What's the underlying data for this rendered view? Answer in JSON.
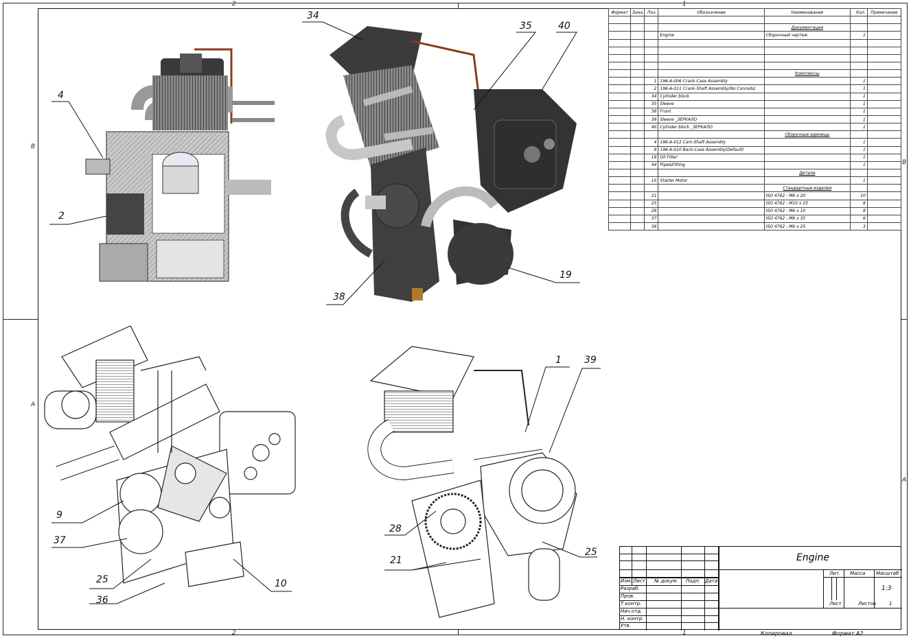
{
  "zones": {
    "top": [
      "2",
      "1"
    ],
    "bottom": [
      "2",
      "1"
    ],
    "left": [
      "B",
      "A"
    ],
    "right": [
      "B",
      "A"
    ]
  },
  "spec_table": {
    "headers": [
      "Формат",
      "Зона",
      "Поз.",
      "Обозначение",
      "Наименование",
      "Кол.",
      "Примечание"
    ],
    "rows": [
      {
        "type": "blank"
      },
      {
        "type": "section",
        "name": "Документация"
      },
      {
        "type": "item",
        "pos": "",
        "code": "Engine",
        "name": "Сборочный чертеж",
        "qty": "1"
      },
      {
        "type": "blank"
      },
      {
        "type": "blank"
      },
      {
        "type": "blank"
      },
      {
        "type": "blank"
      },
      {
        "type": "section",
        "name": "Комплексы"
      },
      {
        "type": "item",
        "pos": "1",
        "code": "196-A-006 Crank-Case Assembly",
        "name": "",
        "qty": "1"
      },
      {
        "type": "item",
        "pos": "2",
        "code": "196-A-011 Crank-Shaft Assembly(No Conrods)",
        "name": "",
        "qty": "1"
      },
      {
        "type": "item",
        "pos": "34",
        "code": "Cylinder block",
        "name": "",
        "qty": "1"
      },
      {
        "type": "item",
        "pos": "35",
        "code": "Sleeve",
        "name": "",
        "qty": "1"
      },
      {
        "type": "item",
        "pos": "38",
        "code": "Front",
        "name": "",
        "qty": "1"
      },
      {
        "type": "item",
        "pos": "39",
        "code": "Sleeve _ЗЕРКАЛО",
        "name": "",
        "qty": "1"
      },
      {
        "type": "item",
        "pos": "40",
        "code": "Cylinder block _ЗЕРКАЛО",
        "name": "",
        "qty": "1"
      },
      {
        "type": "section",
        "name": "Сборочные единицы"
      },
      {
        "type": "item",
        "pos": "4",
        "code": "196-A-012 Cam-Shaft Assembly",
        "name": "",
        "qty": "1"
      },
      {
        "type": "item",
        "pos": "9",
        "code": "196-A-010 Back-Case Assembly(Default)",
        "name": "",
        "qty": "1"
      },
      {
        "type": "item",
        "pos": "19",
        "code": "Oil Filter",
        "name": "",
        "qty": "1"
      },
      {
        "type": "item",
        "pos": "44",
        "code": "Pipe&Fitting",
        "name": "",
        "qty": "1"
      },
      {
        "type": "section",
        "name": "Детали"
      },
      {
        "type": "item",
        "pos": "10",
        "code": "Starter Motor",
        "name": "",
        "qty": "1"
      },
      {
        "type": "section",
        "name": "Стандартные изделия"
      },
      {
        "type": "item",
        "pos": "21",
        "code": "",
        "name": "ISO 4762 - M6 x 20",
        "qty": "10"
      },
      {
        "type": "item",
        "pos": "25",
        "code": "",
        "name": "ISO 4762 - M10 x 25",
        "qty": "8"
      },
      {
        "type": "item",
        "pos": "28",
        "code": "",
        "name": "ISO 4762 - M6 x 10",
        "qty": "8"
      },
      {
        "type": "item",
        "pos": "37",
        "code": "",
        "name": "ISO 4762 - M6 x 35",
        "qty": "6"
      },
      {
        "type": "item",
        "pos": "36",
        "code": "",
        "name": "ISO 4762 - M6 x 25",
        "qty": "3"
      }
    ]
  },
  "callouts": [
    "4",
    "2",
    "34",
    "35",
    "40",
    "19",
    "38",
    "9",
    "37",
    "25",
    "36",
    "10",
    "1",
    "39",
    "28",
    "21",
    "25"
  ],
  "title_block": {
    "title": "Engine",
    "lit_label": "Лит.",
    "mass_label": "Масса",
    "scale_label": "Масштаб",
    "scale": "1:3",
    "sheet_label": "Лист",
    "sheets_label": "Листов",
    "sheets": "1",
    "izm": "Изм.",
    "list": "Лист",
    "doc_num": "№ докум.",
    "sign": "Подп.",
    "date": "Дата",
    "razrab": "Разраб.",
    "prov": "Пров.",
    "tkontr": "Т.контр.",
    "nachotd": "Нач.отд.",
    "nkontr": "Н. контр.",
    "utv": "Утв."
  },
  "footer": {
    "copied": "Копировал",
    "format": "Формат A2"
  }
}
